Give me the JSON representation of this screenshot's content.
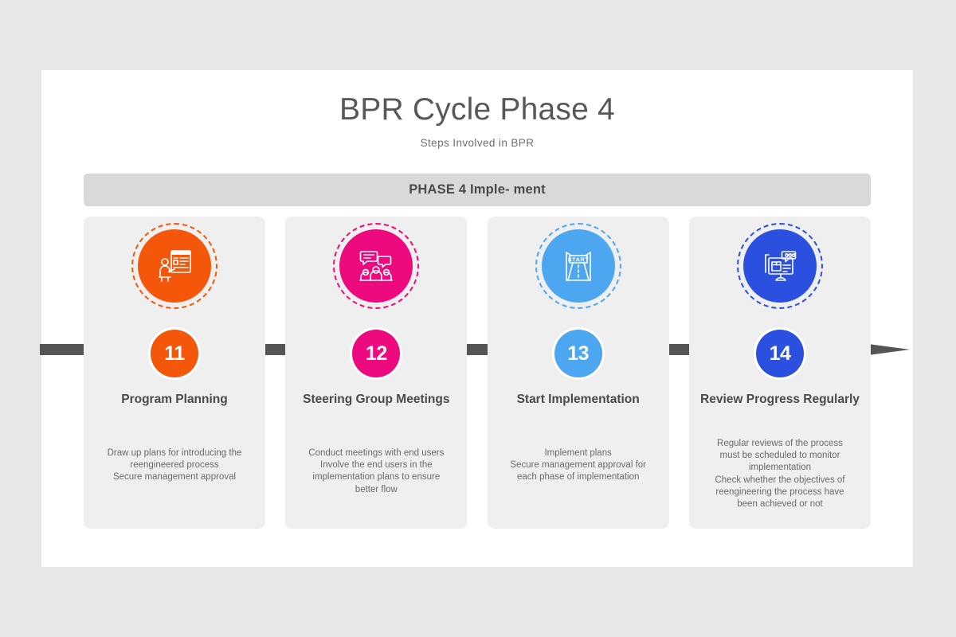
{
  "page": {
    "background_color": "#e8e7e7",
    "slide_background_color": "#ffffff"
  },
  "header": {
    "title": "BPR Cycle Phase 4",
    "subtitle": "Steps Involved in BPR"
  },
  "phase_banner": {
    "label": "PHASE 4 Imple- ment",
    "background_color": "#d9d9d9"
  },
  "timeline": {
    "arrow_color": "#555557",
    "direction": "left-to-right"
  },
  "steps": [
    {
      "number": "11",
      "title": "Program Planning",
      "description": "Draw up plans for introducing the\nreengineered process\nSecure management approval",
      "color": "#f4570a",
      "icon": "presenter-board-icon"
    },
    {
      "number": "12",
      "title": "Steering Group Meetings",
      "description": "Conduct meetings with end users\nInvolve the end users in the\nimplementation plans to ensure\nbetter flow",
      "color": "#ec0a7e",
      "icon": "group-meeting-icon"
    },
    {
      "number": "13",
      "title": "Start Implementation",
      "description": "Implement plans\nSecure management approval for\neach phase of implementation",
      "color": "#4da6f0",
      "icon": "start-gate-icon"
    },
    {
      "number": "14",
      "title": "Review Progress Regularly",
      "description": "Regular reviews of the process\nmust be scheduled to monitor\nimplementation\nCheck whether the objectives of\nreengineering the process have\nbeen achieved or not",
      "color": "#2b4fde",
      "icon": "monitor-review-icon"
    }
  ]
}
